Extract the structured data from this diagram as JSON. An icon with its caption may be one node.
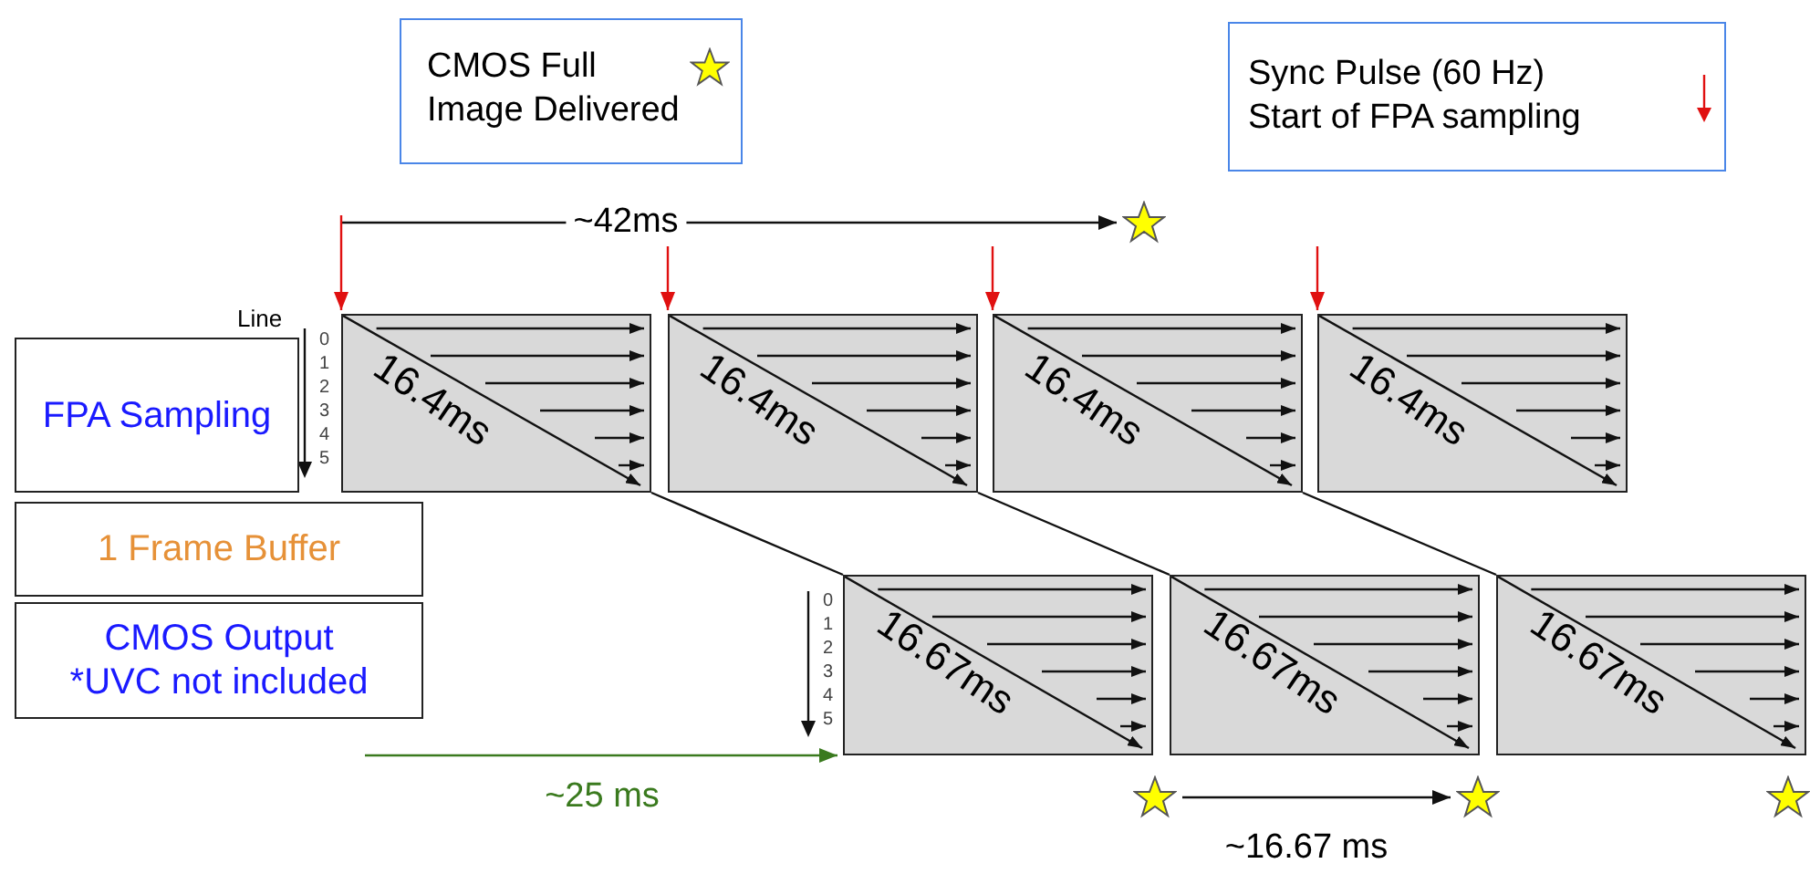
{
  "diagram": {
    "nodes": [
      {
        "text": [
          "FPA Sampling"
        ]
      },
      {
        "text": [
          "1 Frame Buffer"
        ]
      },
      {
        "text": [
          "CMOS Output",
          "*UVC not included"
        ]
      },
      {
        "text": [
          "16.4ms"
        ]
      },
      {
        "text": [
          "16.4ms"
        ]
      },
      {
        "text": [
          "16.4ms"
        ]
      },
      {
        "text": [
          "16.4ms"
        ]
      },
      {
        "text": [
          "16.67ms"
        ]
      },
      {
        "text": [
          "16.67ms"
        ]
      },
      {
        "text": [
          "16.67ms"
        ]
      },
      {
        "text": [],
        "shape": "star"
      },
      {
        "text": [],
        "shape": "star"
      },
      {
        "text": [],
        "shape": "star"
      },
      {
        "text": [],
        "shape": "star"
      }
    ],
    "edges": [
      {
        "from": null,
        "to": 10,
        "arrow": "to",
        "label": "~42ms"
      },
      {
        "from": null,
        "to": 3,
        "arrow": "to",
        "color": "#e01010"
      },
      {
        "from": null,
        "to": 4,
        "arrow": "to",
        "color": "#e01010"
      },
      {
        "from": null,
        "to": 5,
        "arrow": "to",
        "color": "#e01010"
      },
      {
        "from": null,
        "to": 6,
        "arrow": "to",
        "color": "#e01010"
      },
      {
        "from": 3,
        "to": 7,
        "arrow": "none"
      },
      {
        "from": 4,
        "to": 8,
        "arrow": "none"
      },
      {
        "from": 5,
        "to": 9,
        "arrow": "none"
      },
      {
        "from": null,
        "to": 7,
        "arrow": "to",
        "label": "~25 ms",
        "color": "#3a7a1e"
      },
      {
        "from": 11,
        "to": 12,
        "arrow": "to",
        "label": "~16.67 ms"
      }
    ],
    "labels": [
      "Line",
      "0",
      "1",
      "2",
      "3",
      "4",
      "5",
      "0",
      "1",
      "2",
      "3",
      "4",
      "5"
    ],
    "legend": [
      {
        "text": "CMOS Full Image Delivered"
      },
      {
        "text": "Sync Pulse (60 Hz) Start of FPA sampling"
      }
    ]
  }
}
